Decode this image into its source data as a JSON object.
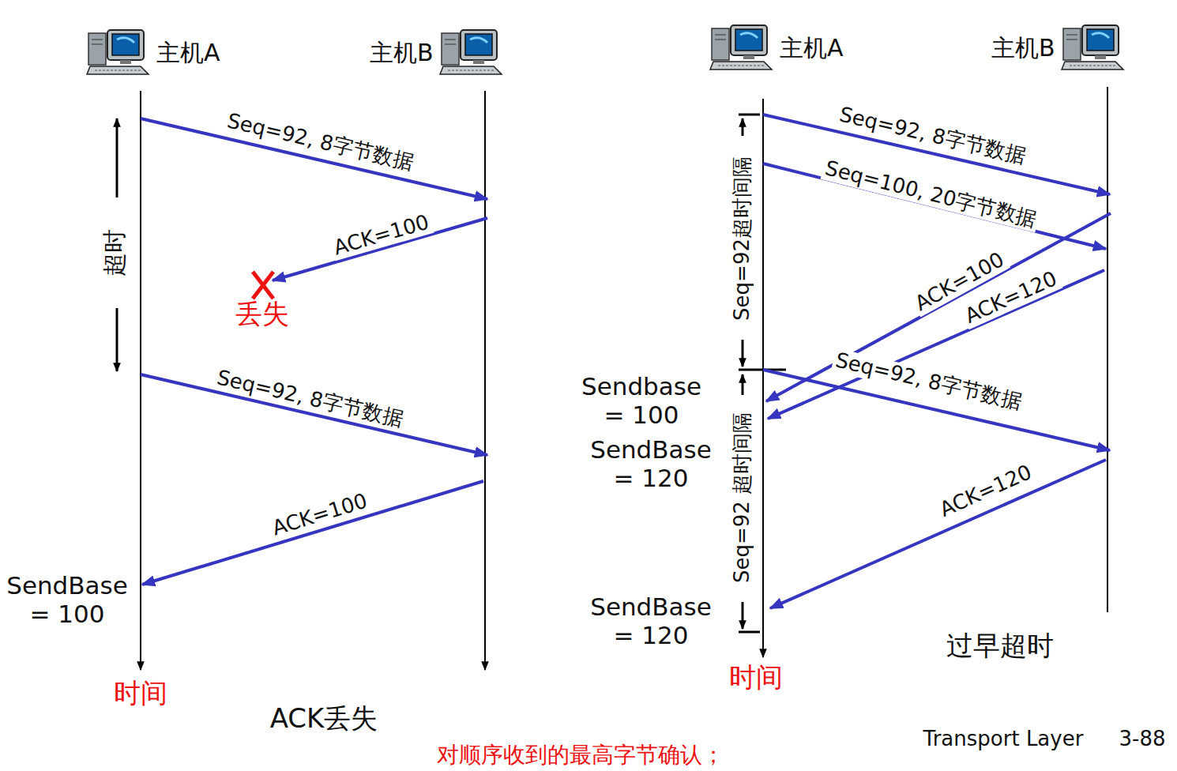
{
  "diagram": {
    "nodes": [
      {
        "text": [
          "主机A"
        ]
      },
      {
        "text": [
          "主机B"
        ]
      },
      {
        "text": [
          "主机A"
        ]
      },
      {
        "text": [
          "主机B"
        ]
      }
    ],
    "labels": [
      "Seq=92, 8字节数据",
      "ACK=100",
      "丢失",
      "超时",
      "Seq=92, 8字节数据",
      "ACK=100",
      "SendBase = 100",
      "时间",
      "ACK丢失",
      "Seq=92, 8字节数据",
      "Seq=100, 20字节数据",
      "Seq=92超时间隔",
      "ACK=100",
      "ACK=120",
      "Seq=92, 8字节数据",
      "Sendbase = 100",
      "SendBase = 120",
      "Seq=92 超时间隔",
      "ACK=120",
      "SendBase = 120",
      "时间",
      "过早超时",
      "Transport Layer",
      "3-88",
      "对顺序收到的最高字节确认；"
    ]
  }
}
